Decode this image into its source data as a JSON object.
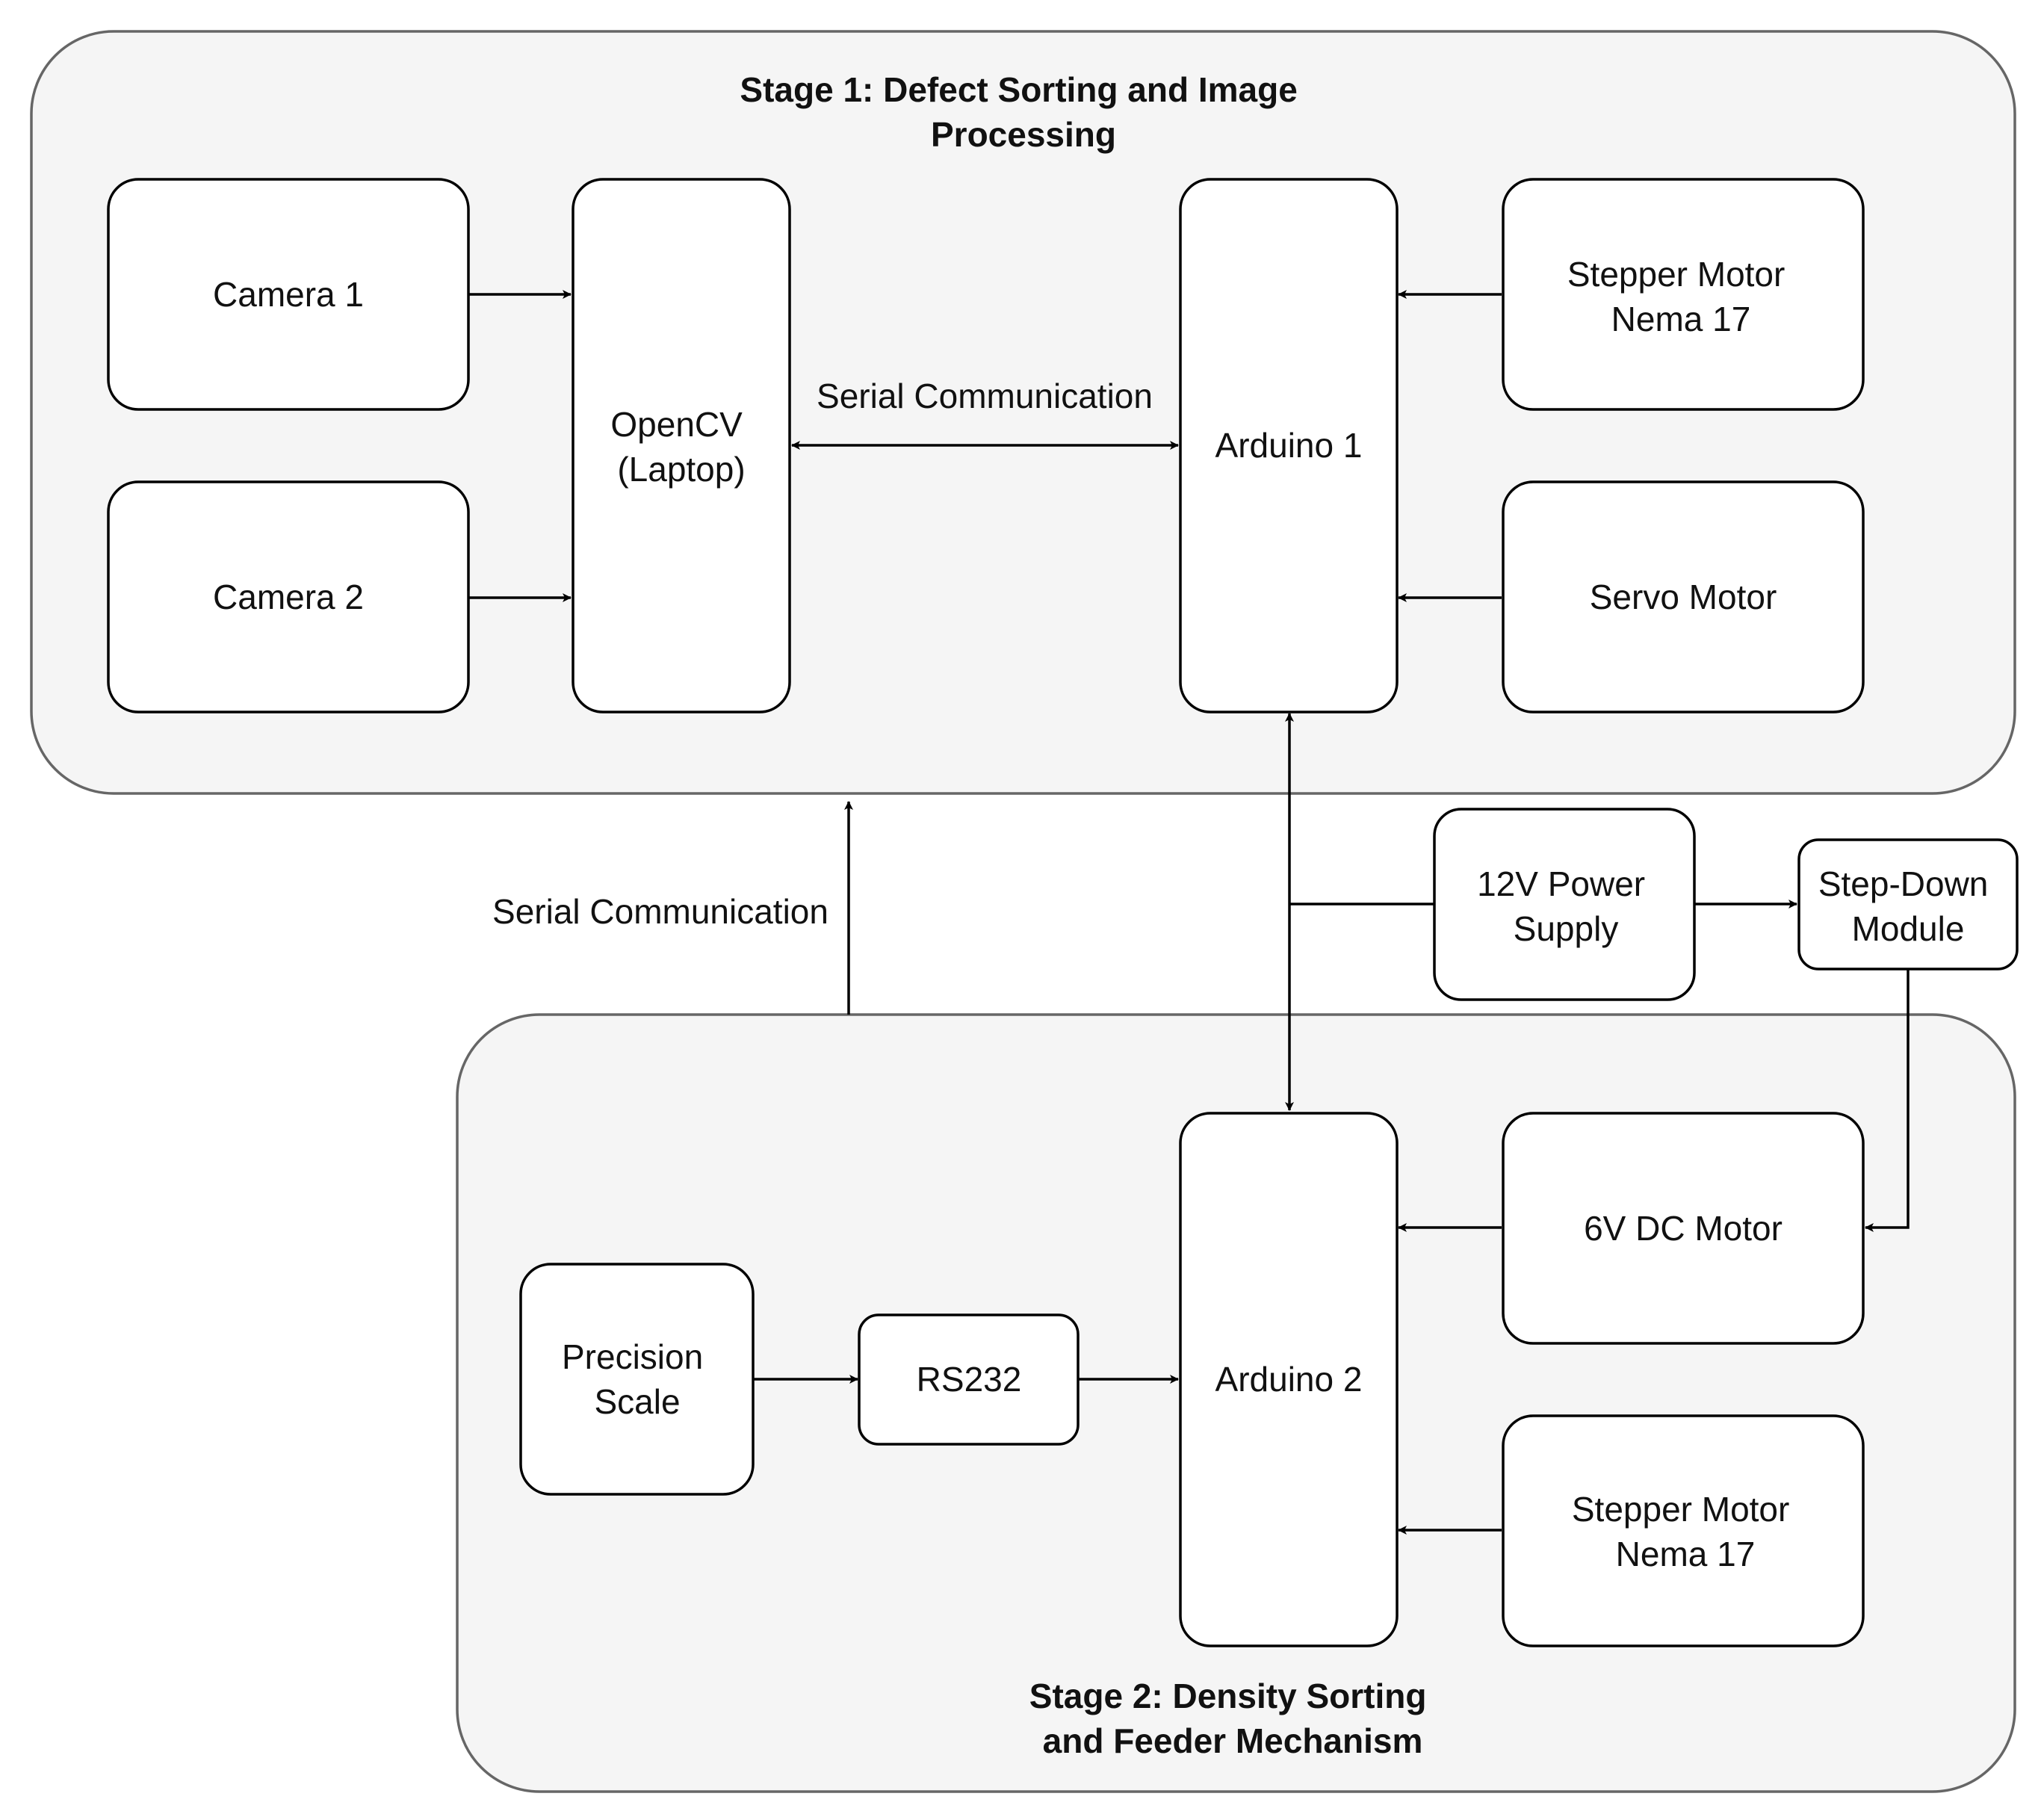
{
  "stage1": {
    "title_lines": [
      "Stage 1: Defect Sorting and Image",
      "Processing"
    ]
  },
  "stage2": {
    "title_lines": [
      "Stage 2: Density Sorting",
      "and Feeder Mechanism"
    ]
  },
  "nodes": {
    "camera1": {
      "lines": [
        "Camera 1"
      ]
    },
    "camera2": {
      "lines": [
        "Camera 2"
      ]
    },
    "opencv": {
      "lines": [
        "OpenCV",
        "(Laptop)"
      ]
    },
    "arduino1": {
      "lines": [
        "Arduino 1"
      ]
    },
    "stepper1": {
      "lines": [
        "Stepper Motor",
        "Nema 17"
      ]
    },
    "servo": {
      "lines": [
        "Servo Motor"
      ]
    },
    "power": {
      "lines": [
        "12V Power",
        "Supply"
      ]
    },
    "stepdown": {
      "lines": [
        "Step-Down",
        "Module"
      ]
    },
    "arduino2": {
      "lines": [
        "Arduino 2"
      ]
    },
    "dcmotor": {
      "lines": [
        "6V DC Motor"
      ]
    },
    "scale": {
      "lines": [
        "Precision",
        "Scale"
      ]
    },
    "rs232": {
      "lines": [
        "RS232"
      ]
    },
    "stepper2": {
      "lines": [
        "Stepper Motor",
        "Nema 17"
      ]
    }
  },
  "edge_labels": {
    "serial_top": "Serial Communication",
    "serial_left": "Serial Communication"
  }
}
